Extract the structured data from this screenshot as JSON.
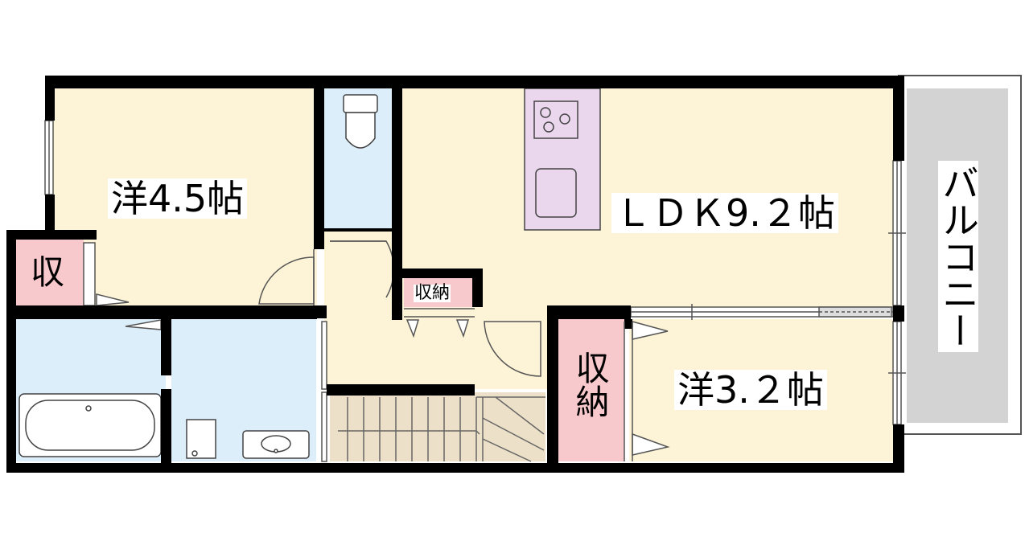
{
  "floorplan": {
    "rooms": {
      "western_room_1": {
        "label": "洋4.5帖",
        "color": "#fdf3d6"
      },
      "ldk": {
        "label": "ＬＤＫ9.２帖",
        "color": "#fdf3d6"
      },
      "western_room_2": {
        "label": "洋3.２帖",
        "color": "#fdf3d6"
      },
      "toilet": {
        "color": "#dceefa"
      },
      "bathroom": {
        "color": "#dceefa"
      },
      "washroom": {
        "color": "#dceefa"
      },
      "kitchen": {
        "color": "#ead7ee"
      },
      "hall": {
        "color": "#fdf3d6"
      },
      "stairs": {
        "color": "#ede0c8"
      }
    },
    "storage": {
      "closet_left": {
        "label": "収",
        "color": "#f7c8cc"
      },
      "closet_center": {
        "label": "収納",
        "color": "#f7c8cc"
      },
      "closet_right": {
        "label": "収納",
        "color": "#f7c8cc"
      }
    },
    "balcony": {
      "label": "バルコニー",
      "color": "#d3d3d3"
    },
    "wall_color": "#000000"
  }
}
